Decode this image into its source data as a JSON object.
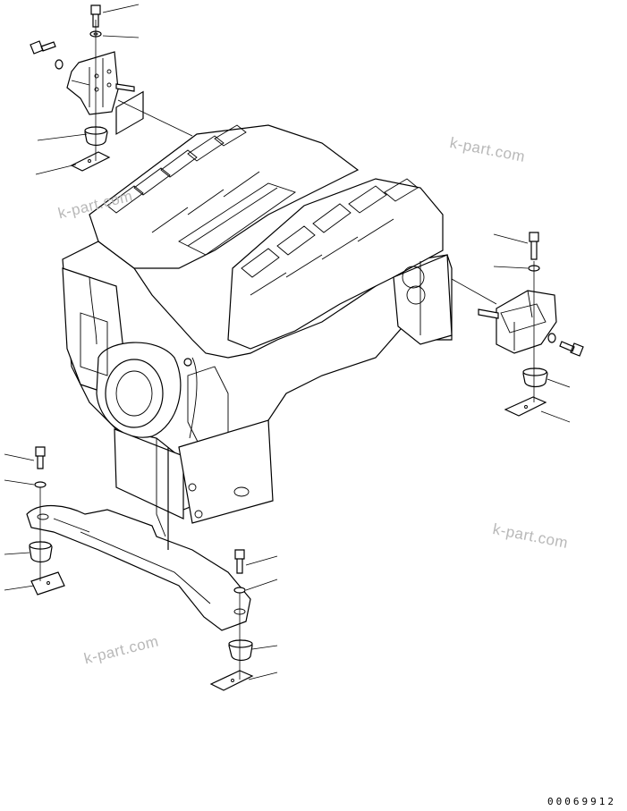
{
  "watermarks": [
    "k-part.com",
    "k-part.com",
    "k-part.com",
    "k-part.com"
  ],
  "drawing_number": "00069912"
}
